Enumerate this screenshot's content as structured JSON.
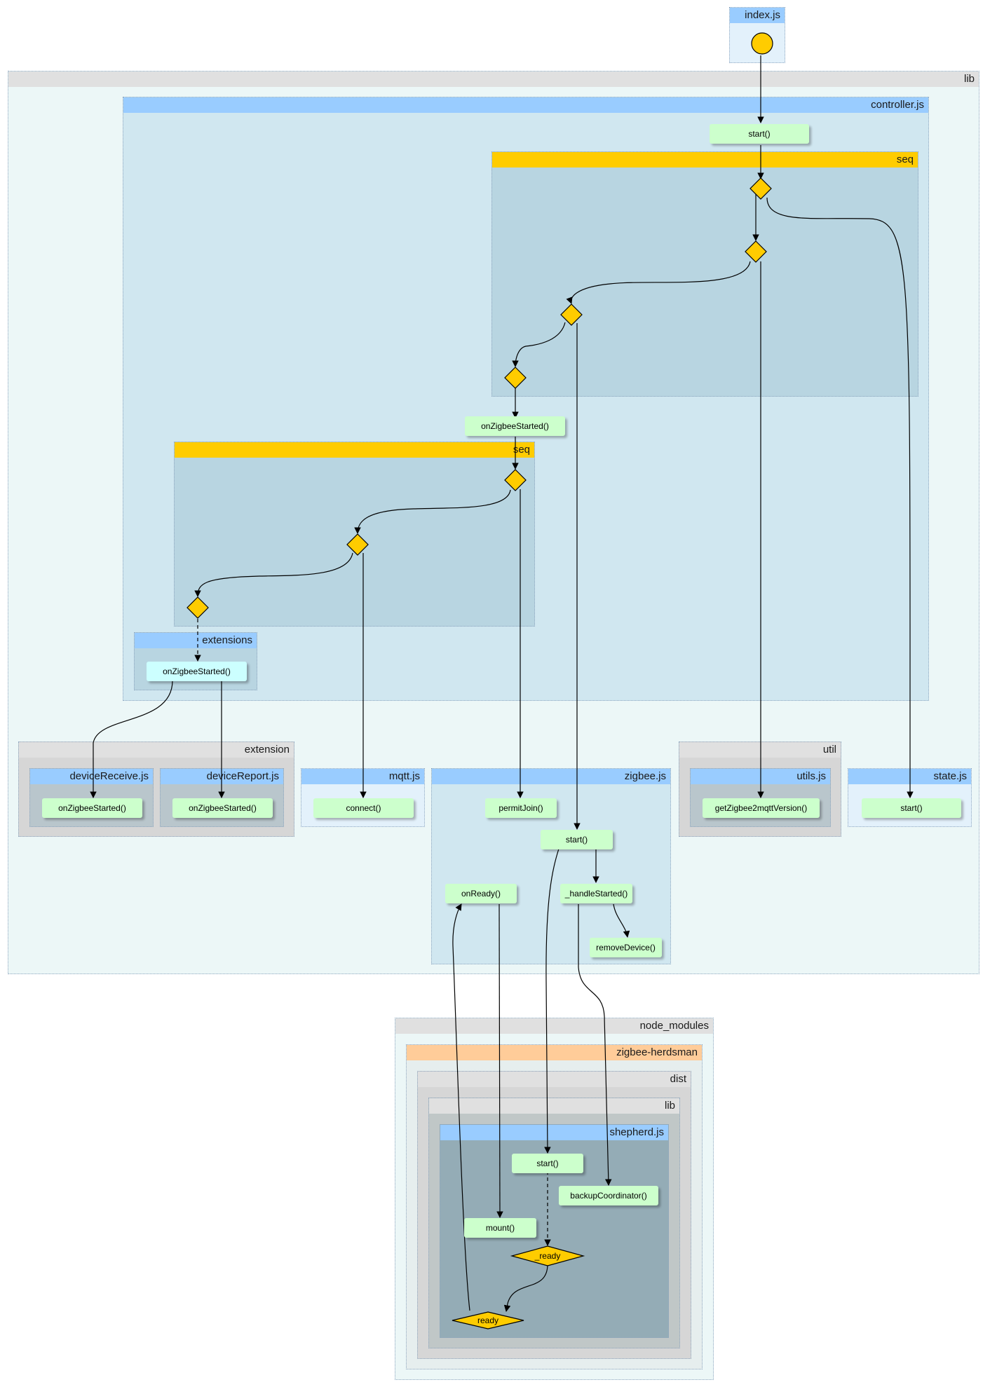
{
  "groups": {
    "index": "index.js",
    "lib": "lib",
    "controller": "controller.js",
    "seq1": "seq",
    "seq2": "seq",
    "extensions": "extensions",
    "extension": "extension",
    "device_receive": "deviceReceive.js",
    "device_report": "deviceReport.js",
    "mqtt": "mqtt.js",
    "zigbee": "zigbee.js",
    "util": "util",
    "utils": "utils.js",
    "state": "state.js",
    "node_modules": "node_modules",
    "zigbee_herdsman": "zigbee-herdsman",
    "dist": "dist",
    "lib_inner": "lib",
    "shepherd": "shepherd.js"
  },
  "nodes": {
    "controller_start": "start()",
    "controller_on_zigbee_started": "onZigbeeStarted()",
    "extensions_on_zigbee_started": "onZigbeeStarted()",
    "device_receive_on_zigbee_started": "onZigbeeStarted()",
    "device_report_on_zigbee_started": "onZigbeeStarted()",
    "mqtt_connect": "connect()",
    "zigbee_permit_join": "permitJoin()",
    "zigbee_start": "start()",
    "zigbee_on_ready": "onReady()",
    "zigbee_handle_started": "_handleStarted()",
    "zigbee_remove_device": "removeDevice()",
    "utils_get_version": "getZigbee2mqttVersion()",
    "state_start": "start()",
    "shepherd_start": "start()",
    "shepherd_backup": "backupCoordinator()",
    "shepherd_mount": "mount()",
    "shepherd_ready_event": "_ready",
    "shepherd_ready": "ready"
  },
  "colors": {
    "file_header": "#99ccff",
    "seq_header": "#ffcc00",
    "folder_header": "#e0e0e0",
    "package_header": "#ffcc99",
    "function_node": "#ccffcc",
    "extension_node": "#ccffff",
    "decision": "#ffcc00",
    "outer_area": "#ecf7f7",
    "controller_area": "#d0e7f0",
    "seq_area": "#b8d5e1",
    "shepherd_area": "#94acb6"
  }
}
